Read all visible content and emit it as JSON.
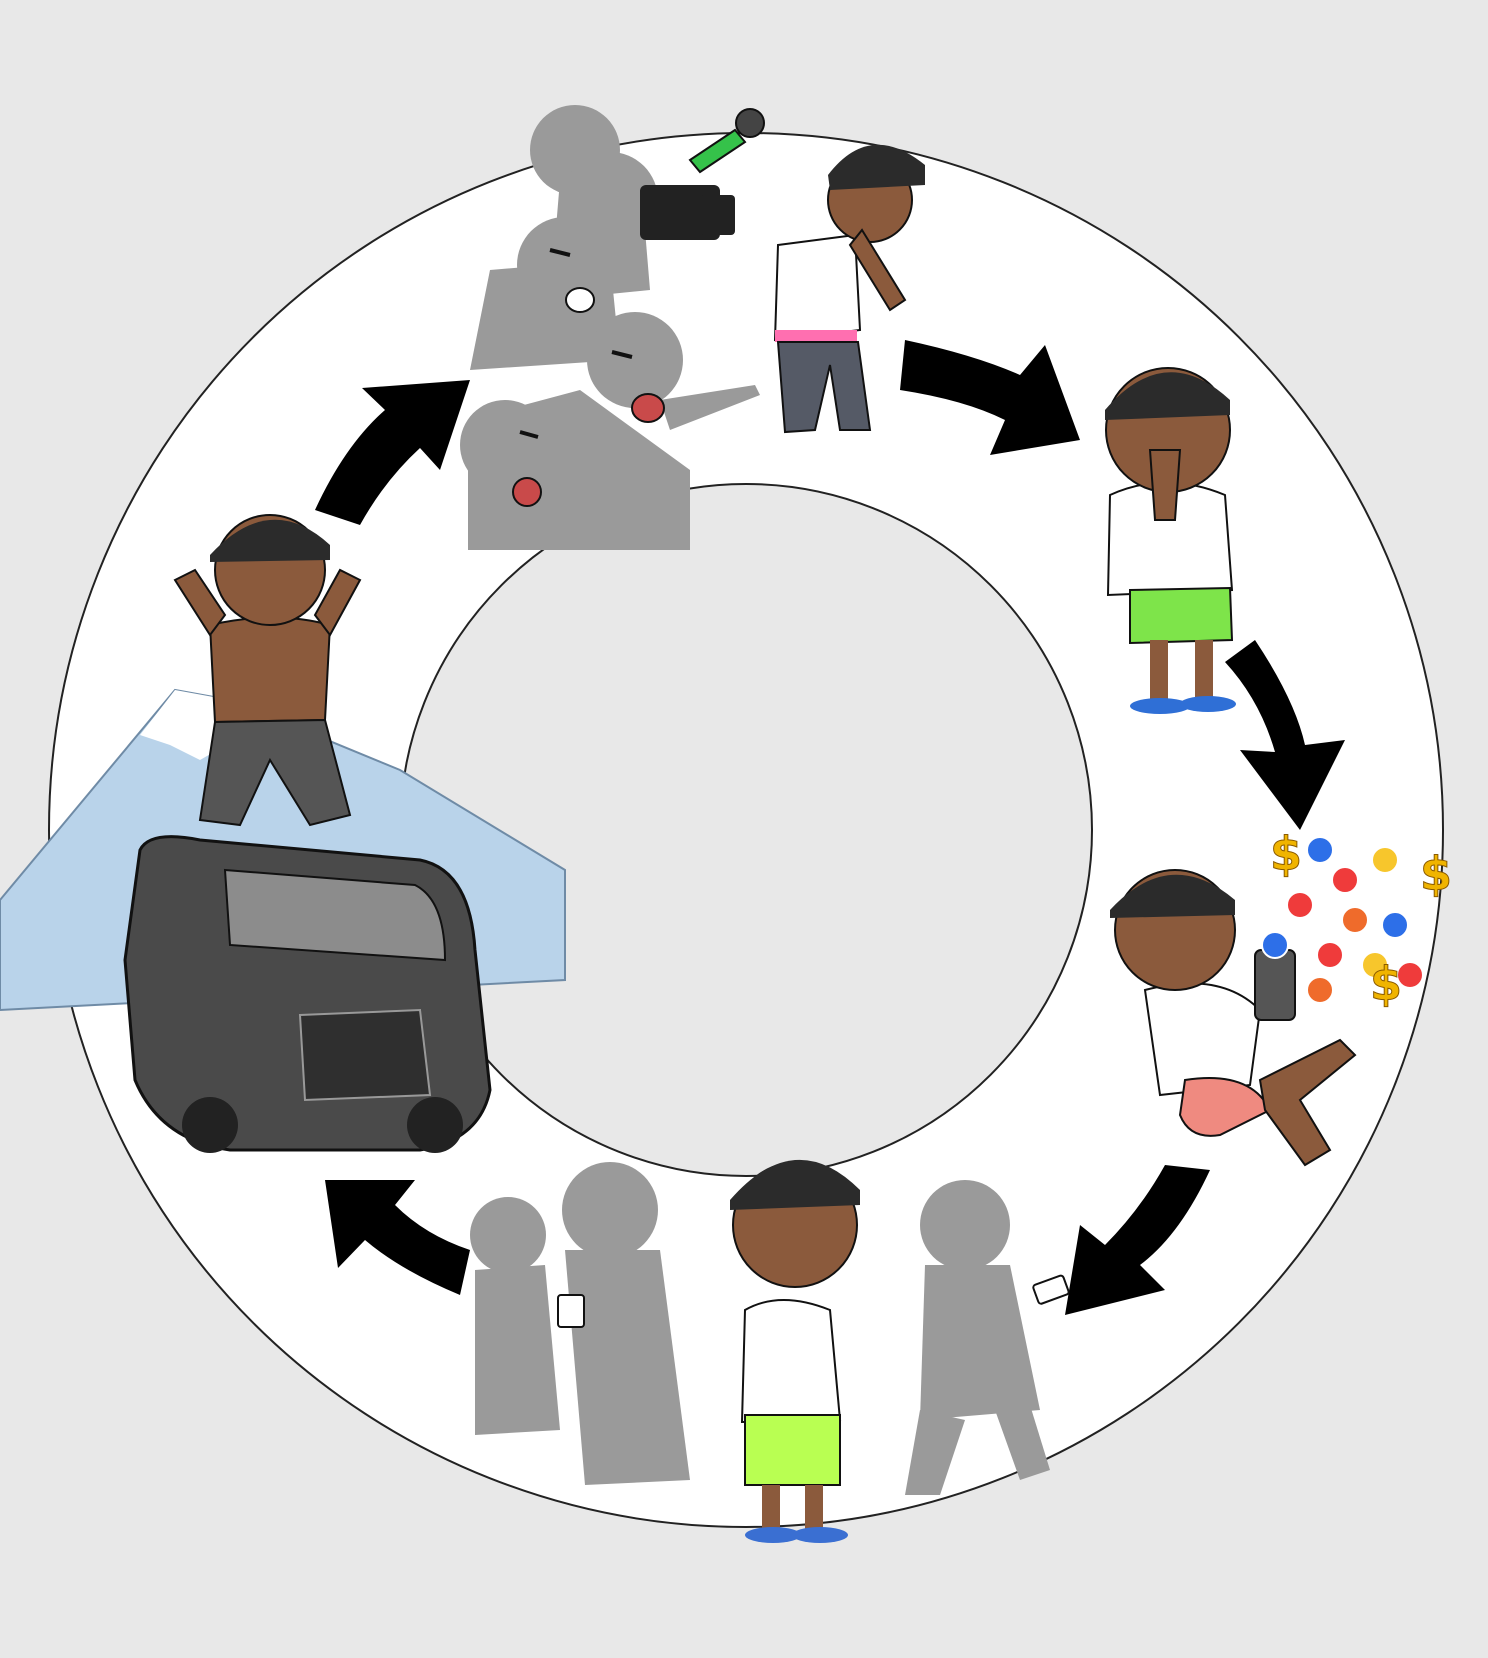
{
  "background": "#e8e8e8",
  "ring": {
    "fill": "#ffffff",
    "stroke": "#222222",
    "hole_fill": "#e8e8e8"
  },
  "arrows": {
    "color": "#000000",
    "count": 5,
    "direction": "clockwise"
  },
  "panels": [
    {
      "id": "embarrassed",
      "icon": "embarrassed-man-icon",
      "skin": "#8b5a3c",
      "top": "#ffffff",
      "bottom": "#555a66",
      "waistband": "#ff6fb0"
    },
    {
      "id": "begging",
      "icon": "crying-man-pleading-icon",
      "skin": "#8b5a3c",
      "top": "#ffffff",
      "bottom": "#7ee44a",
      "sandals": "#2f6fd6"
    },
    {
      "id": "famous",
      "icon": "smug-man-with-phone-icon",
      "skin": "#8b5a3c",
      "top": "#ffffff",
      "bottom": "#ef8a80",
      "reactions": [
        "like-reaction-icon",
        "heart-reaction-icon",
        "haha-reaction-icon",
        "angry-reaction-icon",
        "dollar-sign-icon"
      ]
    },
    {
      "id": "gossip",
      "icon": "onlookers-gossiping-icon",
      "skin": "#8b5a3c",
      "top": "#ffffff",
      "bottom": "#b9ff52",
      "sandals": "#3a6fd2",
      "figure_color": "#9a9a9a"
    },
    {
      "id": "show-off",
      "icon": "shirtless-man-on-van-icon",
      "skin": "#8b5a3c",
      "bottom": "#555555",
      "van": "#4a4a4a",
      "mountain": "#b9d3ea"
    },
    {
      "id": "press-mob",
      "icon": "angry-reporters-mob-icon",
      "figure_color": "#9a9a9a",
      "mic_color": "#35c24a"
    }
  ]
}
